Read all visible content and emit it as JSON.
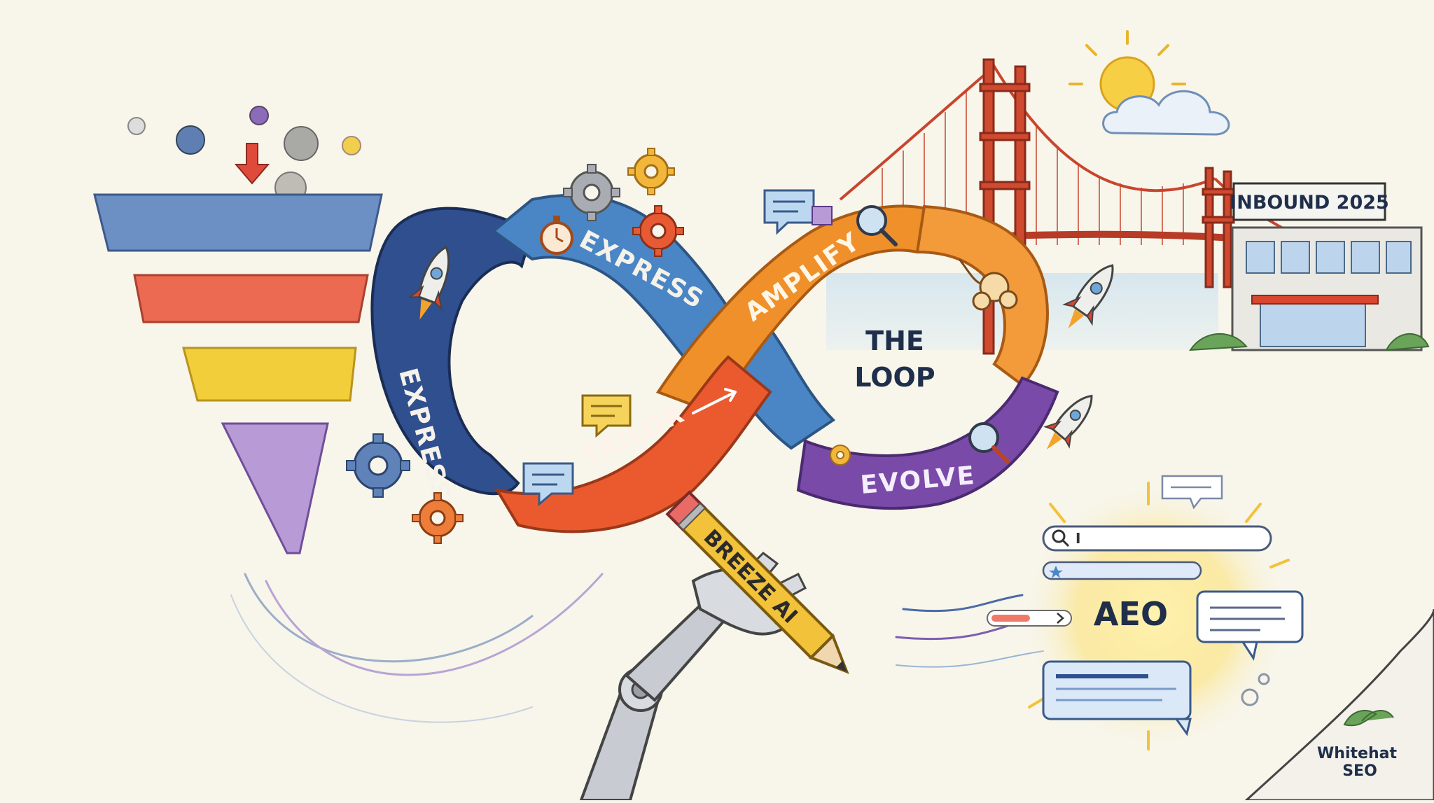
{
  "loop": {
    "title_line1": "THE",
    "title_line2": "LOOP",
    "stages": {
      "express_left": "EXPRESS",
      "express_top": "EXPRESS",
      "amplify": "AMPLIFY",
      "tailor": "TAILOR",
      "evolve": "EVOLVE"
    }
  },
  "pencil_label": "BREEZE AI",
  "building_sign": "INBOUND 2025",
  "aeo_label": "AEO",
  "search_bar_text": "I",
  "logo": {
    "line1": "Whitehat",
    "line2": "SEO"
  },
  "colors": {
    "background": "#f8f5ea",
    "express_navy": "#2f4f8f",
    "express_blue": "#4a86c5",
    "amplify_orange": "#f0902a",
    "tailor_red": "#ea5a2e",
    "evolve_purple": "#7a4aa8",
    "bridge_red": "#c8452e",
    "funnel_yellow": "#f2cf3a"
  }
}
